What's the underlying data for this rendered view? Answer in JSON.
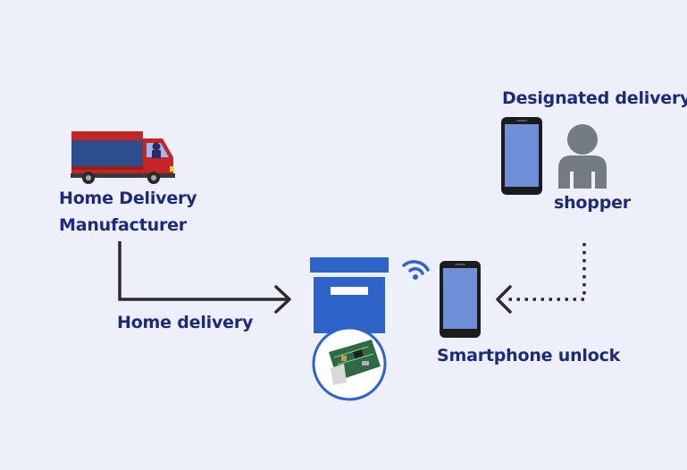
{
  "labels": {
    "manufacturer_line1": "Home Delivery",
    "manufacturer_line2": "Manufacturer",
    "home_delivery": "Home delivery",
    "designated_delivery": "Designated delivery",
    "shopper": "shopper",
    "smartphone_unlock": "Smartphone unlock"
  },
  "icons": [
    "delivery-truck-icon",
    "delivery-box-icon",
    "circuit-board-icon",
    "wifi-icon",
    "smartphone-icon",
    "person-icon"
  ],
  "colors": {
    "background": "#edf0fb",
    "text": "#1d2a7a",
    "box_blue": "#2e64c9",
    "phone_screen": "#6f8fd8",
    "arrow": "#2b2b2b",
    "truck_red": "#c42525",
    "truck_blue": "#2b4f8c",
    "person_gray": "#757b85"
  }
}
